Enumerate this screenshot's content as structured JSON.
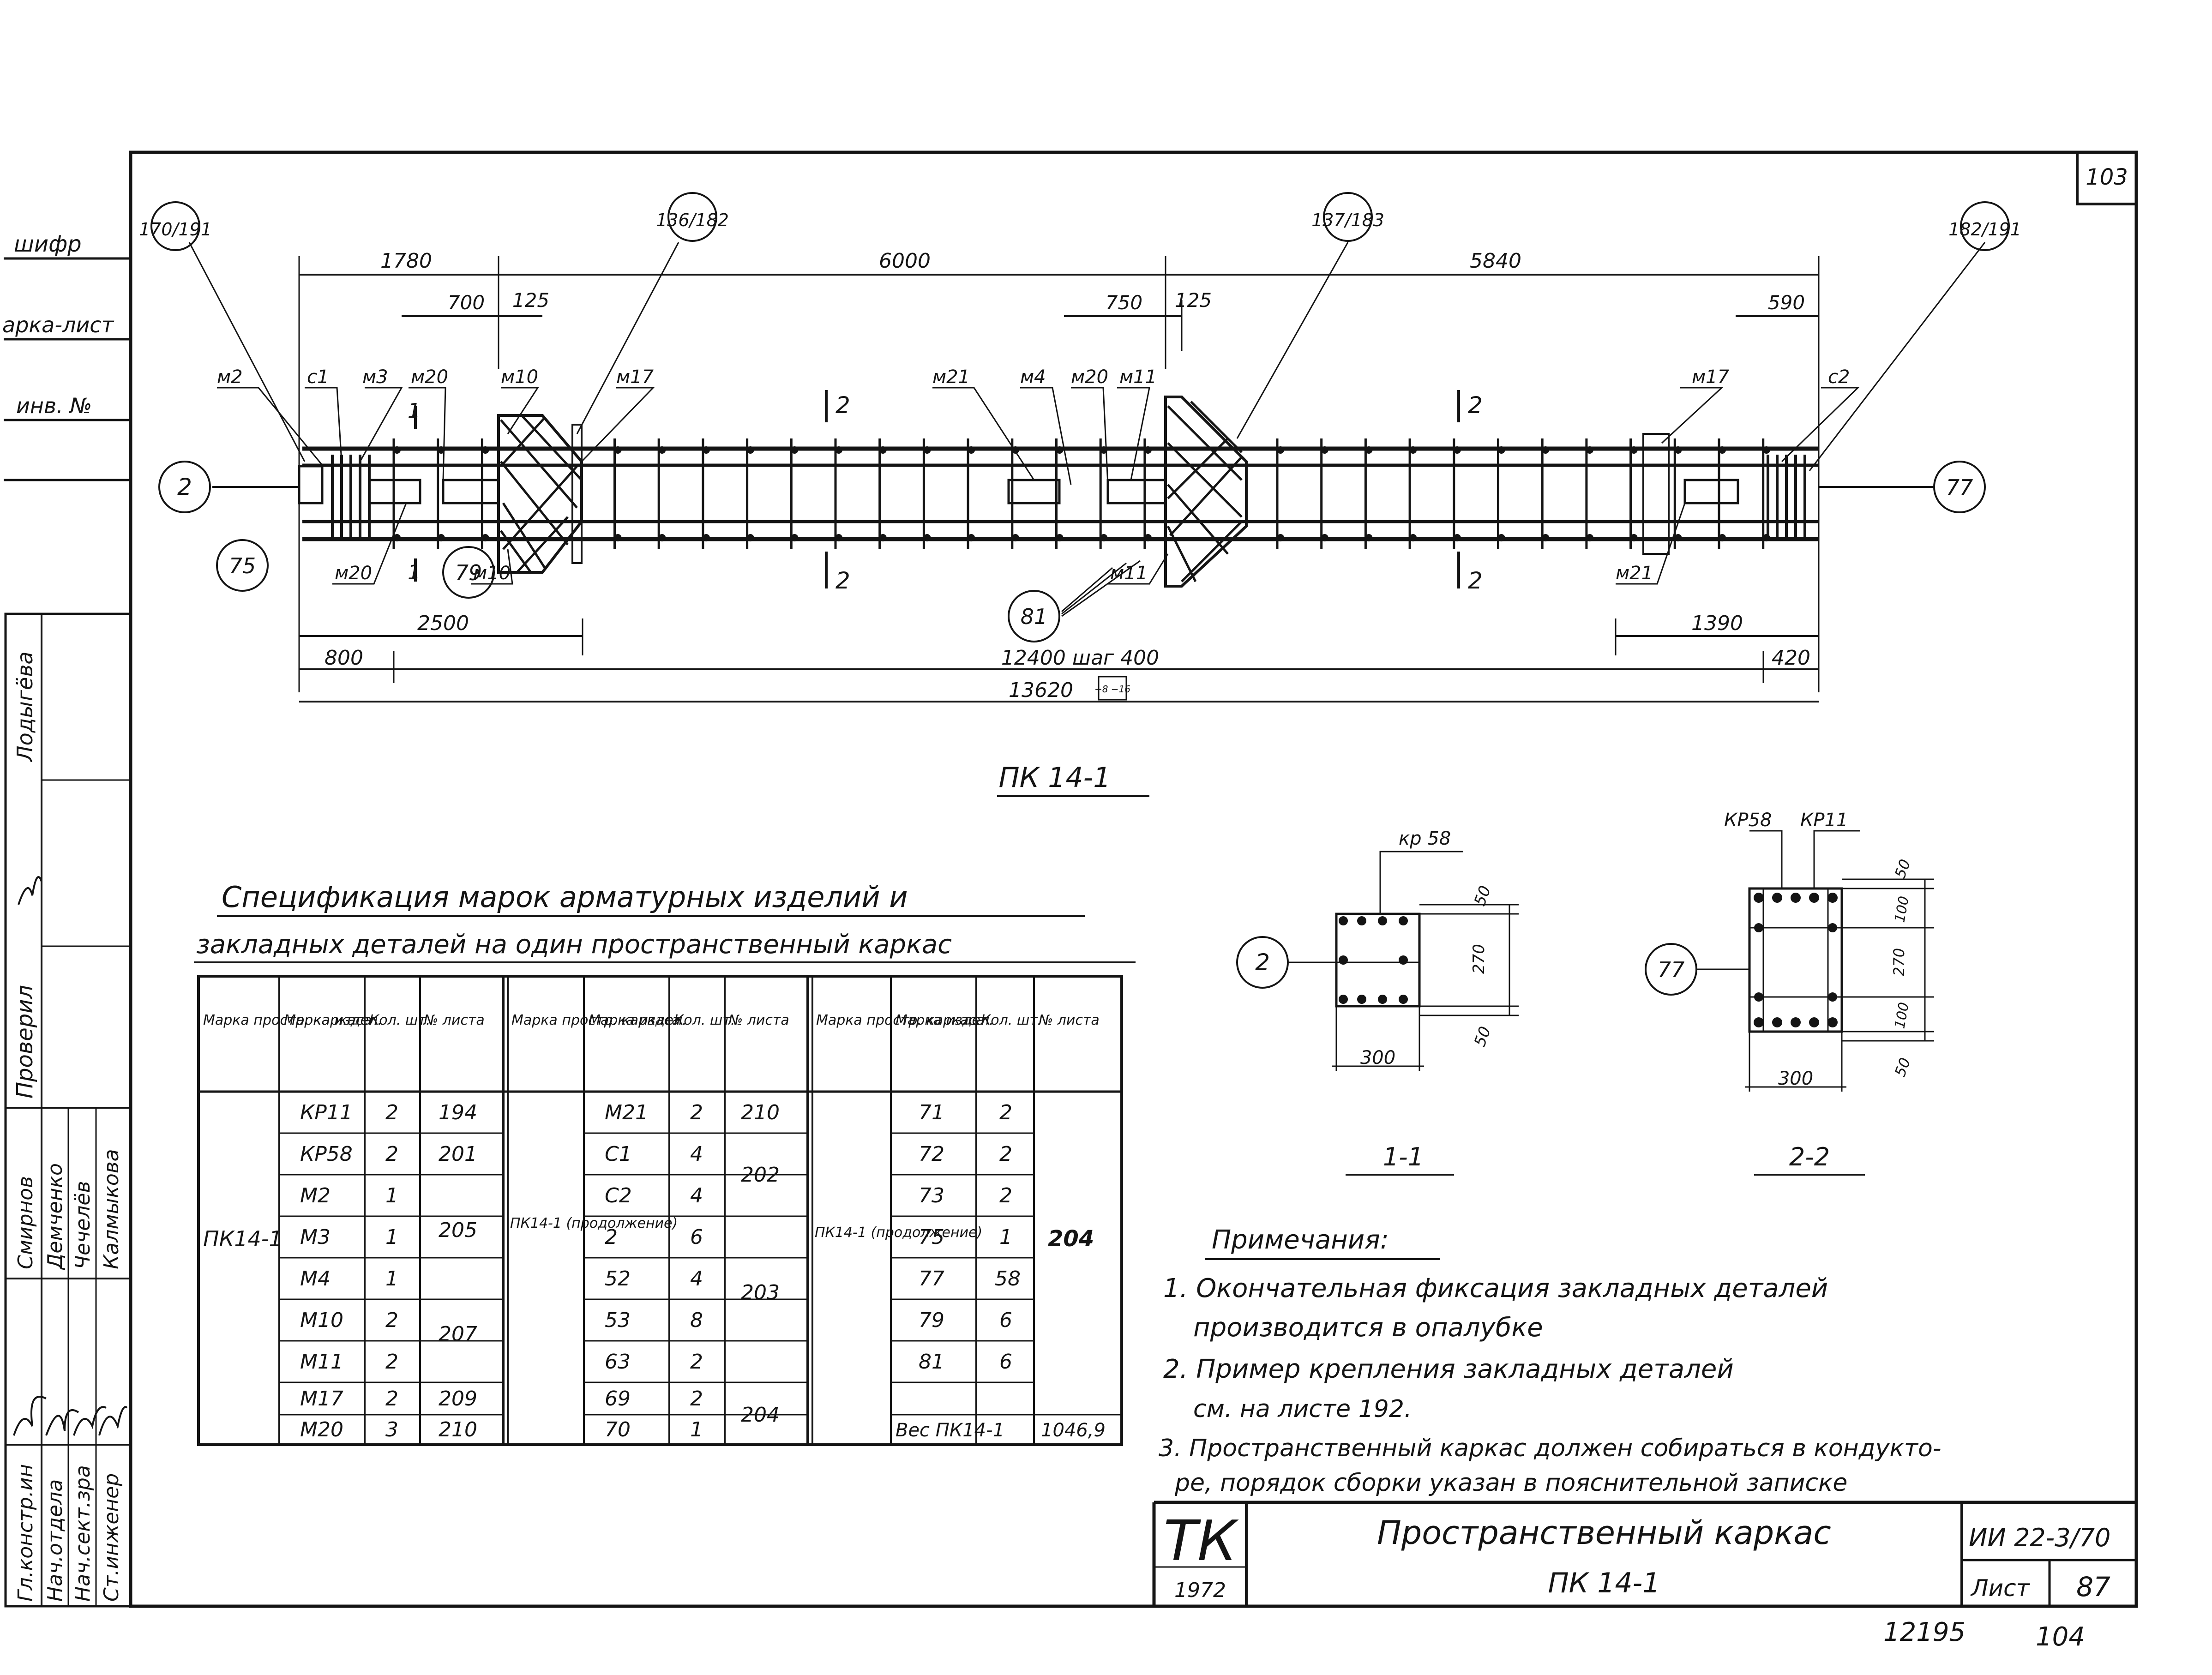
{
  "sheet_page": "103",
  "side_labels": [
    "шифр",
    "арка-лист",
    "инв. №"
  ],
  "side_block": {
    "roles": [
      "Гл.констр.ин",
      "Нач.отдела",
      "Нач.сект.зра",
      "Ст.инженер"
    ],
    "names": [
      "Смирнов",
      "Демченко",
      "Чечелёв",
      "Калмыкова"
    ],
    "checked": "Проверил",
    "author": "Лодыгёва"
  },
  "drawing": {
    "callouts": [
      "170/191",
      "136/182",
      "137/183",
      "182/191"
    ],
    "top_dims": [
      "1780",
      "6000",
      "5840"
    ],
    "sub_dims": [
      "700",
      "125",
      "750",
      "125",
      "590"
    ],
    "part_labels": [
      "м2",
      "с1",
      "м3",
      "м20",
      "м10",
      "м17",
      "м21",
      "м4",
      "м20",
      "м11",
      "м17",
      "с2",
      "м20",
      "м10",
      "м11",
      "м21"
    ],
    "section_marks": [
      "2",
      "2",
      "2",
      "2",
      "1",
      "1"
    ],
    "circles": [
      "2",
      "77",
      "75",
      "79",
      "81"
    ],
    "bottom_dims": [
      "2500",
      "1390",
      "800",
      "12400 шаг 400",
      "420",
      "13620"
    ],
    "tolerance": "+8 −16",
    "title": "ПК 14-1"
  },
  "spec": {
    "title_line1": "Спецификация марок арматурных изделий и",
    "title_line2": "закладных деталей на один пространственный каркас",
    "headers": [
      "Марка простр. каркаса",
      "Марка издел.",
      "Кол. шт.",
      "№ листа"
    ],
    "col1": {
      "frame": "ПК14-1",
      "rows": [
        [
          "КР11",
          "2",
          "194"
        ],
        [
          "КР58",
          "2",
          "201"
        ],
        [
          "М2",
          "1",
          "205"
        ],
        [
          "М3",
          "1",
          ""
        ],
        [
          "М4",
          "1",
          ""
        ],
        [
          "М10",
          "2",
          "207"
        ],
        [
          "М11",
          "2",
          ""
        ],
        [
          "М17",
          "2",
          "209"
        ],
        [
          "М20",
          "3",
          "210"
        ]
      ]
    },
    "col2": {
      "frame": "ПК14-1 (продолжение)",
      "rows": [
        [
          "М21",
          "2",
          "210"
        ],
        [
          "С1",
          "4",
          "202"
        ],
        [
          "С2",
          "4",
          ""
        ],
        [
          "2",
          "6",
          "203"
        ],
        [
          "52",
          "4",
          ""
        ],
        [
          "53",
          "8",
          ""
        ],
        [
          "63",
          "2",
          ""
        ],
        [
          "69",
          "2",
          "204"
        ],
        [
          "70",
          "1",
          ""
        ]
      ]
    },
    "col3": {
      "frame": "ПК14-1 (продолжение)",
      "rows": [
        [
          "71",
          "2"
        ],
        [
          "72",
          "2"
        ],
        [
          "73",
          "2"
        ],
        [
          "75",
          "1"
        ],
        [
          "77",
          "58"
        ],
        [
          "79",
          "6"
        ],
        [
          "81",
          "6"
        ],
        [
          "",
          ""
        ]
      ],
      "sheet": "204",
      "weight_label": "Вес ПК14-1",
      "weight_value": "1046,9"
    }
  },
  "section_1": {
    "label": "1-1",
    "mark": "кр 58",
    "circle": "2",
    "width": "300",
    "dims": [
      "50",
      "270",
      "50"
    ]
  },
  "section_2": {
    "label": "2-2",
    "marks": [
      "КР58",
      "КР11"
    ],
    "circle": "77",
    "width": "300",
    "dims": [
      "50",
      "100",
      "270",
      "100",
      "50"
    ]
  },
  "notes": {
    "title": "Примечания:",
    "lines": [
      "1. Окончательная фиксация закладных деталей",
      "производится в опалубке",
      "2. Пример крепления закладных деталей",
      "см. на листе 192.",
      "3. Пространственный каркас должен собираться в кондукто-",
      "ре, порядок сборки указан в пояснительной записке"
    ]
  },
  "title_block": {
    "logo": "ТК",
    "year": "1972",
    "name": "Пространственный каркас",
    "code": "ПК 14-1",
    "series": "ИИ 22-3/70",
    "sheet_label": "Лист",
    "sheet_no": "87"
  },
  "footer": {
    "left": "12195",
    "right": "104"
  }
}
